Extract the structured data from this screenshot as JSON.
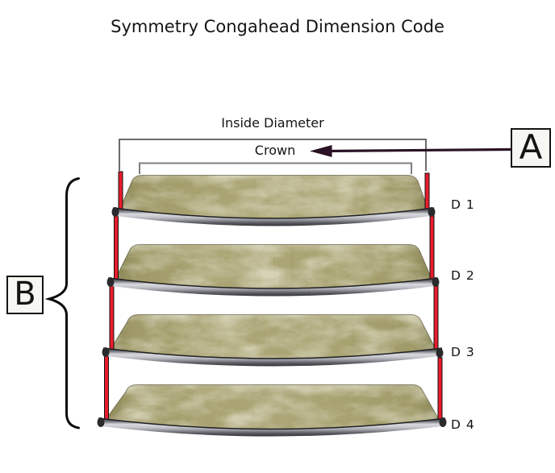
{
  "title": "Symmetry Congahead Dimension Code",
  "diagram": {
    "dimension_labels": {
      "inside_diameter": "Inside Diameter",
      "crown": "Crown"
    },
    "callouts": {
      "a": "A",
      "b": "B"
    },
    "head_labels": [
      "D 1",
      "D 2",
      "D 3",
      "D 4"
    ],
    "colors": {
      "skin": "#a9a372",
      "rim_highlight": "#d9dade",
      "rim_shadow": "#2c2c2f",
      "measure_bar_red": "#e81c2c",
      "arrow_dark_maroon": "#2b1226",
      "inside_diameter_bracket": "#3c3c3c",
      "crown_bracket": "#7d7d7d",
      "callout_background": "#f6f6f2",
      "text": "#141414",
      "background": "#ffffff"
    }
  }
}
